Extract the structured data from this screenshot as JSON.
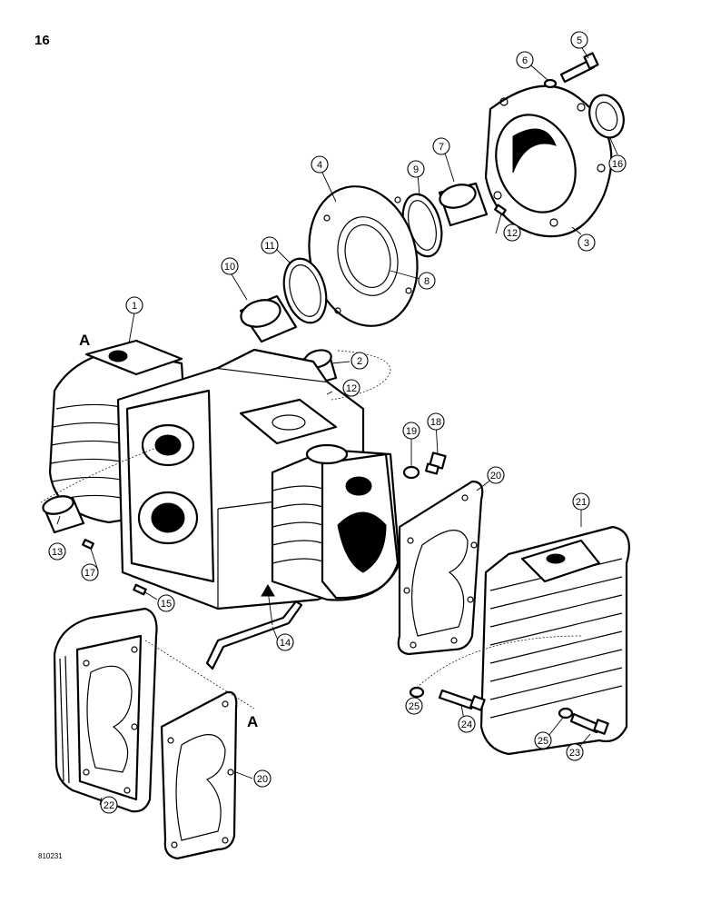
{
  "page_number": "16",
  "figure_code": "810231",
  "view_letters": [
    "A",
    "A"
  ],
  "callouts": {
    "c1": "1",
    "c2": "2",
    "c3": "3",
    "c4": "4",
    "c5": "5",
    "c6": "6",
    "c7": "7",
    "c8": "8",
    "c9": "9",
    "c10": "10",
    "c11": "11",
    "c12a": "12",
    "c12b": "12",
    "c13": "13",
    "c14": "14",
    "c15": "15",
    "c16": "16",
    "c17": "17",
    "c18": "18",
    "c19": "19",
    "c20a": "20",
    "c20b": "20",
    "c21": "21",
    "c22": "22",
    "c23": "23",
    "c24": "24",
    "c25a": "25",
    "c25b": "25"
  }
}
